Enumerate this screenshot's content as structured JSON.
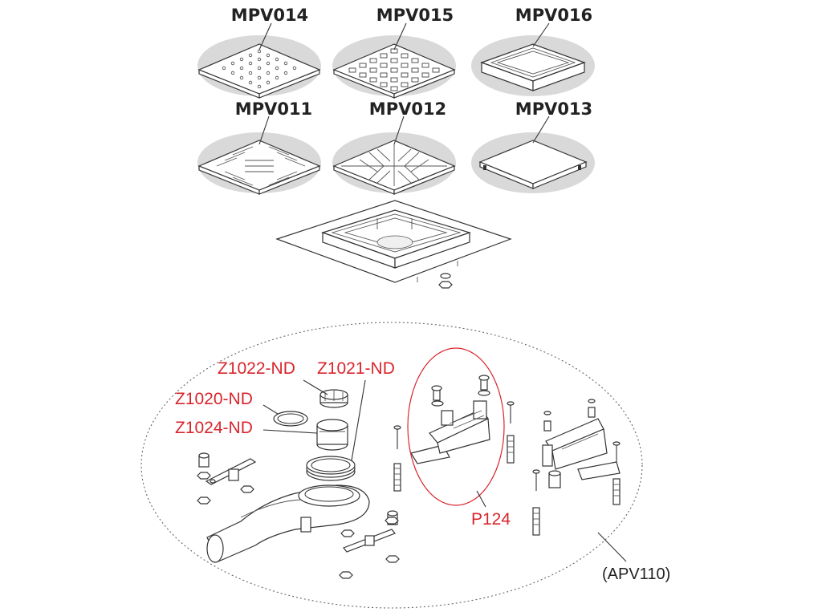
{
  "grates_row1": [
    {
      "code": "MPV014",
      "pattern": "holes-small"
    },
    {
      "code": "MPV015",
      "pattern": "holes-grid"
    },
    {
      "code": "MPV016",
      "pattern": "tile-tray"
    }
  ],
  "grates_row2": [
    {
      "code": "MPV011",
      "pattern": "slots"
    },
    {
      "code": "MPV012",
      "pattern": "diagonal-slots"
    },
    {
      "code": "MPV013",
      "pattern": "solid-cover"
    }
  ],
  "parts": {
    "z1022": "Z1022-ND",
    "z1021": "Z1021-ND",
    "z1020": "Z1020-ND",
    "z1024": "Z1024-ND",
    "p124": "P124"
  },
  "kit": {
    "label": "(APV110)"
  },
  "colors": {
    "accent_red": "#d9252c",
    "ellipse_gray": "#d9d9d9",
    "line_dark": "#333333"
  }
}
